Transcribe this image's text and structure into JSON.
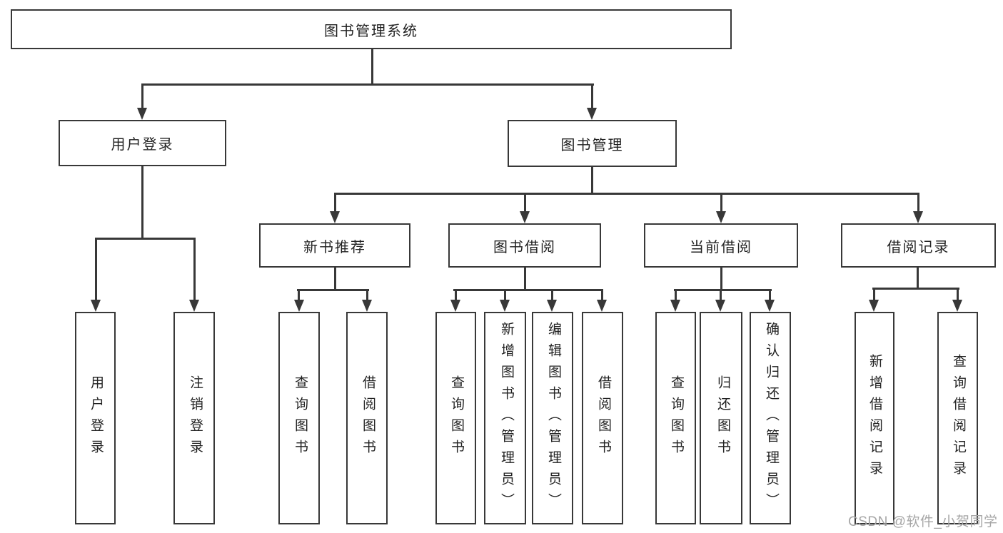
{
  "tree": {
    "label": "图书管理系统",
    "children": [
      {
        "label": "用户登录",
        "children": [
          {
            "label": "用户登录"
          },
          {
            "label": "注销登录"
          }
        ]
      },
      {
        "label": "图书管理",
        "children": [
          {
            "label": "新书推荐",
            "children": [
              {
                "label": "查询图书"
              },
              {
                "label": "借阅图书"
              }
            ]
          },
          {
            "label": "图书借阅",
            "children": [
              {
                "label": "查询图书"
              },
              {
                "label": "新增图书（管理员）"
              },
              {
                "label": "编辑图书（管理员）"
              },
              {
                "label": "借阅图书"
              }
            ]
          },
          {
            "label": "当前借阅",
            "children": [
              {
                "label": "查询图书"
              },
              {
                "label": "归还图书"
              },
              {
                "label": "确认归还（管理员）"
              }
            ]
          },
          {
            "label": "借阅记录",
            "children": [
              {
                "label": "新增借阅记录"
              },
              {
                "label": "查询借阅记录"
              }
            ]
          }
        ]
      }
    ]
  },
  "watermark": {
    "text": "CSDN @软件_小贺同学"
  },
  "colors": {
    "line": "#383838",
    "text": "#222222",
    "background": "#ffffff",
    "watermark": "#a6a6a6"
  }
}
